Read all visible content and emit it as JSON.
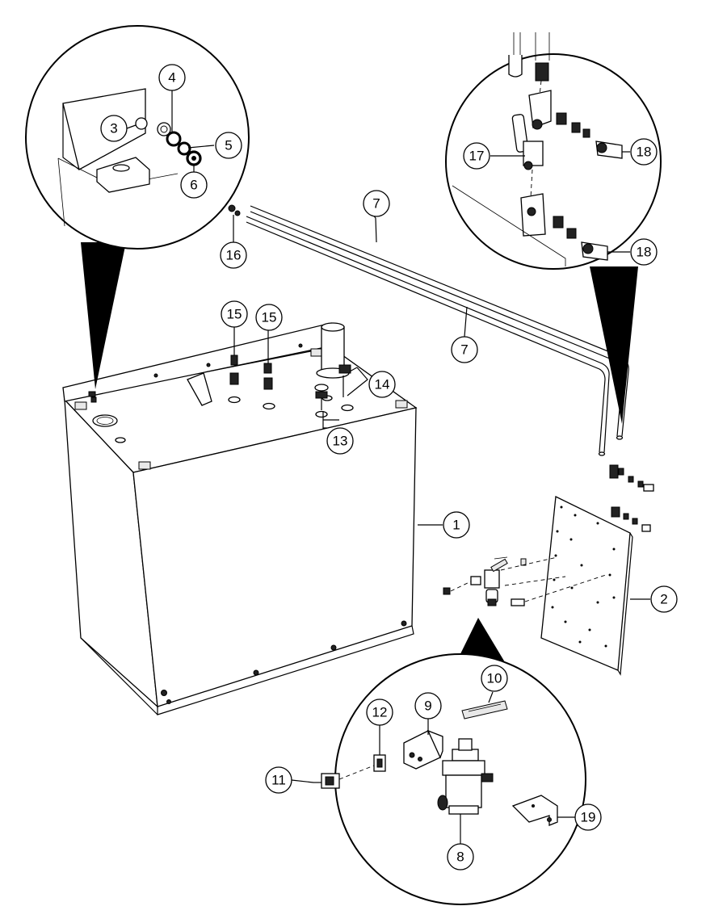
{
  "callouts": {
    "c1": "1",
    "c2": "2",
    "c3": "3",
    "c4": "4",
    "c5": "5",
    "c6": "6",
    "c7a": "7",
    "c7b": "7",
    "c8": "8",
    "c9": "9",
    "c10": "10",
    "c11": "11",
    "c12": "12",
    "c13": "13",
    "c14": "14",
    "c15a": "15",
    "c15b": "15",
    "c16": "16",
    "c17": "17",
    "c18a": "18",
    "c18b": "18",
    "c19": "19"
  },
  "colors": {
    "line": "#000000",
    "background": "#ffffff",
    "fill_shade": "#e8e8e8"
  }
}
